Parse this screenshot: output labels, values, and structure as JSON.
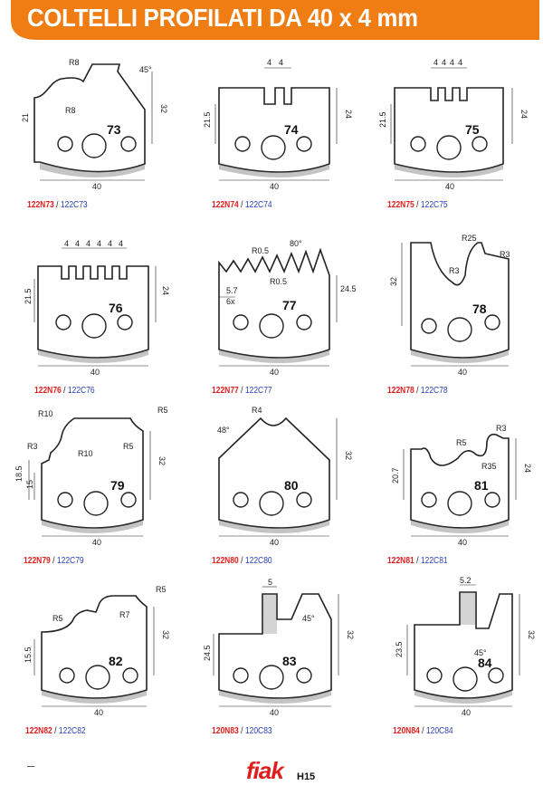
{
  "header": {
    "title": "COLTELLI PROFILATI DA 40 x 4 mm",
    "bar_color": "#f07d14"
  },
  "knives": [
    {
      "num": "73",
      "code_n": "122N73",
      "code_c": "122C73",
      "width": "40",
      "dims": [
        "R8",
        "45°",
        "R8",
        "21",
        "32"
      ]
    },
    {
      "num": "74",
      "code_n": "122N74",
      "code_c": "122C74",
      "width": "40",
      "dims": [
        "4",
        "4",
        "21.5",
        "24"
      ]
    },
    {
      "num": "75",
      "code_n": "122N75",
      "code_c": "122C75",
      "width": "40",
      "dims": [
        "4",
        "4",
        "4",
        "4",
        "21.5",
        "24"
      ]
    },
    {
      "num": "76",
      "code_n": "122N76",
      "code_c": "122C76",
      "width": "40",
      "dims": [
        "4",
        "4",
        "4",
        "4",
        "4",
        "4",
        "21.5",
        "24"
      ]
    },
    {
      "num": "77",
      "code_n": "122N77",
      "code_c": "122C77",
      "width": "40",
      "dims": [
        "R0.5",
        "80°",
        "R0.5",
        "5.7",
        "6x",
        "24.5"
      ]
    },
    {
      "num": "78",
      "code_n": "122N78",
      "code_c": "122C78",
      "width": "40",
      "dims": [
        "R25",
        "R3",
        "R3",
        "32"
      ]
    },
    {
      "num": "79",
      "code_n": "122N79",
      "code_c": "122C79",
      "width": "40",
      "dims": [
        "R10",
        "R5",
        "R3",
        "R10",
        "R5",
        "18.5",
        "15",
        "32"
      ]
    },
    {
      "num": "80",
      "code_n": "122N80",
      "code_c": "122C80",
      "width": "40",
      "dims": [
        "R4",
        "48°",
        "32"
      ]
    },
    {
      "num": "81",
      "code_n": "122N81",
      "code_c": "122C81",
      "width": "40",
      "dims": [
        "R3",
        "R5",
        "R35",
        "20.7",
        "24"
      ]
    },
    {
      "num": "82",
      "code_n": "122N82",
      "code_c": "122C82",
      "width": "40",
      "dims": [
        "R5",
        "R5",
        "R7",
        "15.5",
        "32"
      ]
    },
    {
      "num": "83",
      "code_n": "120N83",
      "code_c": "120C83",
      "width": "40",
      "dims": [
        "5",
        "45°",
        "24.5",
        "32"
      ]
    },
    {
      "num": "84",
      "code_n": "120N84",
      "code_c": "120C84",
      "width": "40",
      "dims": [
        "5.2",
        "45°",
        "23.5",
        "32"
      ]
    }
  ],
  "footer": {
    "brand": "fiak",
    "model": "H15"
  }
}
